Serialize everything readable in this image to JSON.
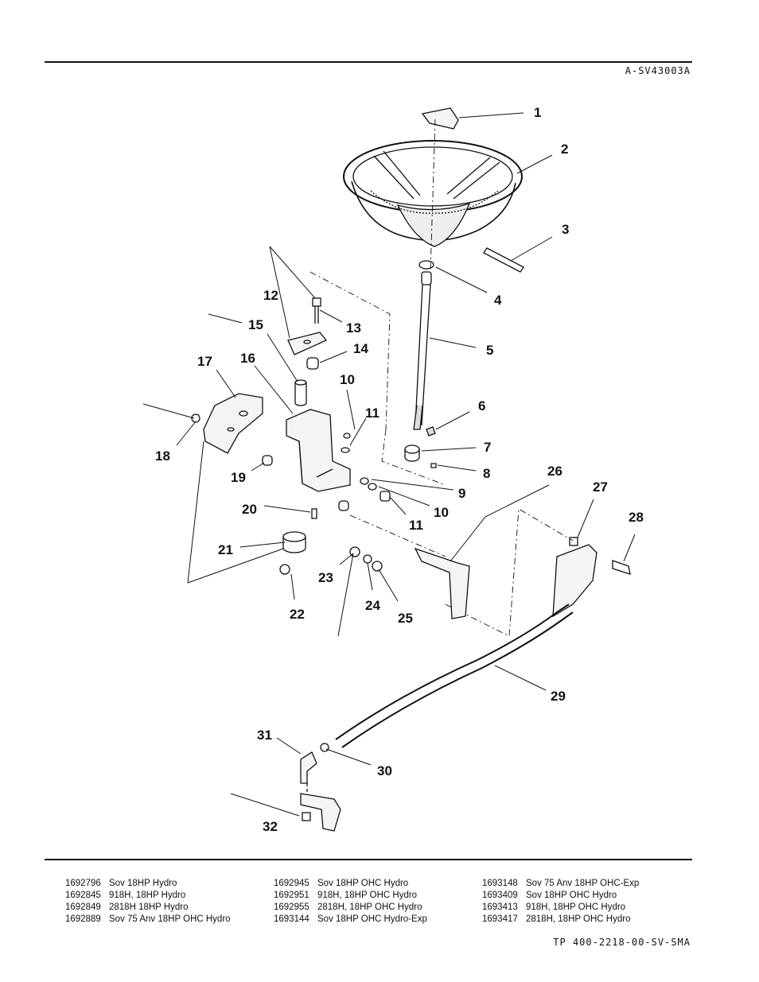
{
  "header": {
    "reference_code": "A-SV43003A"
  },
  "footer": {
    "document_code": "TP 400-2218-00-SV-SMA"
  },
  "callouts": [
    "1",
    "2",
    "3",
    "4",
    "5",
    "6",
    "7",
    "8",
    "9",
    "10",
    "10",
    "11",
    "11",
    "12",
    "13",
    "14",
    "15",
    "16",
    "17",
    "18",
    "19",
    "20",
    "21",
    "22",
    "23",
    "24",
    "25",
    "26",
    "27",
    "28",
    "29",
    "30",
    "31",
    "32"
  ],
  "models": {
    "columns": [
      [
        {
          "part": "1692796",
          "desc": "Sov 18HP Hydro"
        },
        {
          "part": "1692845",
          "desc": "918H, 18HP Hydro"
        },
        {
          "part": "1692849",
          "desc": "2818H 18HP Hydro"
        },
        {
          "part": "1692889",
          "desc": "Sov 75 Anv 18HP OHC Hydro"
        }
      ],
      [
        {
          "part": "1692945",
          "desc": "Sov 18HP OHC Hydro"
        },
        {
          "part": "1692951",
          "desc": "918H, 18HP OHC Hydro"
        },
        {
          "part": "1692955",
          "desc": "2818H, 18HP OHC Hydro"
        },
        {
          "part": "1693144",
          "desc": "Sov 18HP OHC Hydro-Exp"
        }
      ],
      [
        {
          "part": "1693148",
          "desc": "Sov 75 Anv 18HP OHC-Exp"
        },
        {
          "part": "1693409",
          "desc": "Sov 18HP OHC Hydro"
        },
        {
          "part": "1693413",
          "desc": "918H, 18HP OHC Hydro"
        },
        {
          "part": "1693417",
          "desc": "2818H, 18HP OHC Hydro"
        }
      ]
    ]
  }
}
